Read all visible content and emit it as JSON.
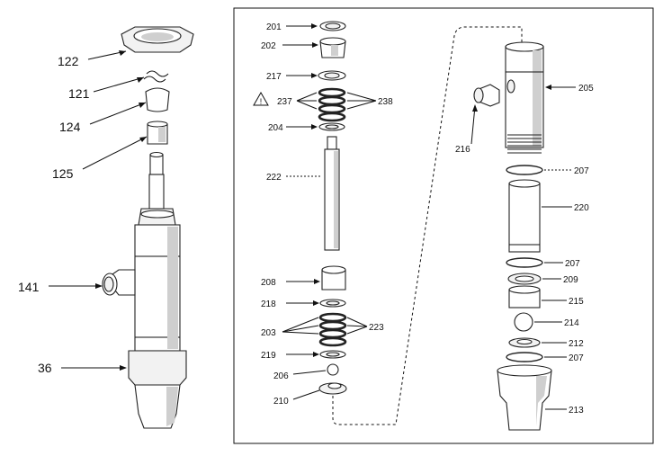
{
  "left_assembly": {
    "labels": [
      {
        "id": "122",
        "text": "122"
      },
      {
        "id": "121",
        "text": "121"
      },
      {
        "id": "124",
        "text": "124"
      },
      {
        "id": "125",
        "text": "125"
      },
      {
        "id": "141",
        "text": "141"
      },
      {
        "id": "36",
        "text": "36"
      }
    ]
  },
  "exploded_view": {
    "labels": {
      "201": "201",
      "202": "202",
      "217": "217",
      "237": "237",
      "238": "238",
      "204": "204",
      "222": "222",
      "208": "208",
      "218": "218",
      "203": "203",
      "223": "223",
      "219": "219",
      "206": "206",
      "210": "210",
      "205": "205",
      "216": "216",
      "207a": "207",
      "220": "220",
      "207b": "207",
      "209": "209",
      "215": "215",
      "214": "214",
      "212": "212",
      "207c": "207",
      "213": "213"
    }
  },
  "icons": {
    "warning": "warning-triangle-icon"
  }
}
